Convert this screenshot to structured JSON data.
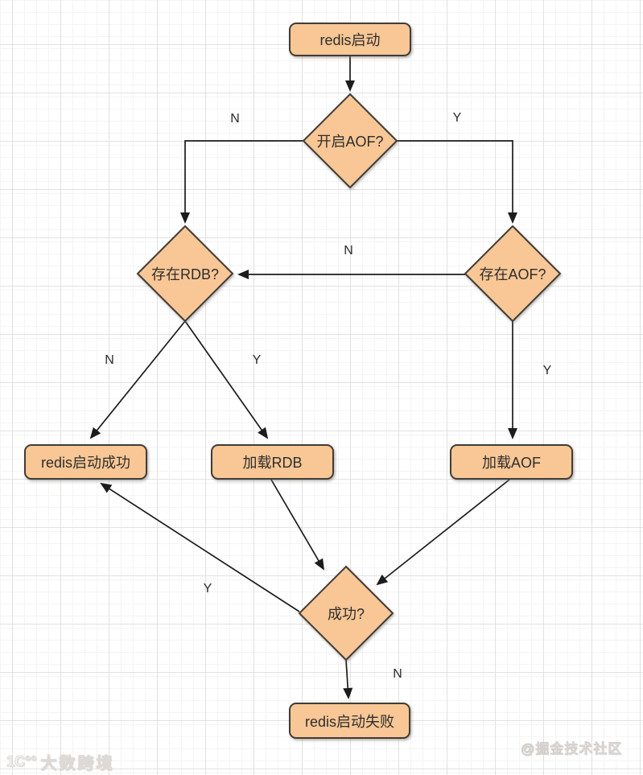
{
  "diagram": {
    "title_hint": "redis startup AOF/RDB loading flowchart",
    "nodes": {
      "start": {
        "label": "redis启动",
        "type": "rounded-rect"
      },
      "aof_enabled": {
        "label": "开启AOF?",
        "type": "diamond"
      },
      "rdb_exists": {
        "label": "存在RDB?",
        "type": "diamond"
      },
      "aof_exists": {
        "label": "存在AOF?",
        "type": "diamond"
      },
      "start_success": {
        "label": "redis启动成功",
        "type": "rounded-rect"
      },
      "load_rdb": {
        "label": "加载RDB",
        "type": "rounded-rect"
      },
      "load_aof": {
        "label": "加载AOF",
        "type": "rounded-rect"
      },
      "success": {
        "label": "成功?",
        "type": "diamond"
      },
      "start_fail": {
        "label": "redis启动失败",
        "type": "rounded-rect"
      }
    },
    "edge_labels": {
      "aof_enabled_no": "N",
      "aof_enabled_yes": "Y",
      "aof_exists_no": "N",
      "rdb_exists_no": "N",
      "rdb_exists_yes": "Y",
      "aof_exists_yes": "Y",
      "success_yes": "Y",
      "success_no": "N"
    },
    "colors": {
      "node_fill": "#f8c795",
      "node_border": "#413c36",
      "edge": "#1c1c1c",
      "grid_major": "#e3e1e0",
      "grid_minor": "#f6f4f3"
    }
  },
  "watermarks": {
    "bottom_left_logo": "1C°°",
    "bottom_left": "大数跨境",
    "bottom_right": "@掘金技术社区"
  }
}
